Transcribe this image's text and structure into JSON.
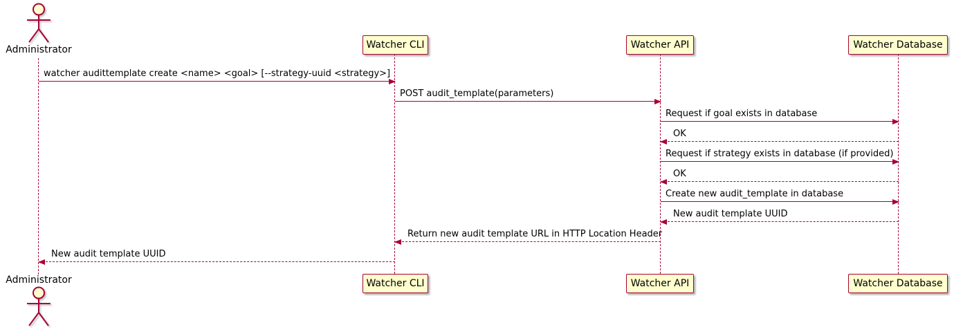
{
  "diagram": {
    "type": "sequence-diagram",
    "colors": {
      "background": "#FFFFFF",
      "participant_fill": "#FEFECE",
      "line": "#A80036",
      "text": "#000000"
    },
    "actor": {
      "label": "Administrator"
    },
    "participants": [
      {
        "label": "Watcher CLI"
      },
      {
        "label": "Watcher API"
      },
      {
        "label": "Watcher Database"
      }
    ],
    "messages": [
      {
        "from": "Administrator",
        "to": "Watcher CLI",
        "line": "solid",
        "direction": "right",
        "label": "watcher audittemplate create <name> <goal> [--strategy-uuid <strategy>]"
      },
      {
        "from": "Watcher CLI",
        "to": "Watcher API",
        "line": "solid",
        "direction": "right",
        "label": "POST audit_template(parameters)"
      },
      {
        "from": "Watcher API",
        "to": "Watcher Database",
        "line": "solid",
        "direction": "right",
        "label": "Request if goal exists in database"
      },
      {
        "from": "Watcher Database",
        "to": "Watcher API",
        "line": "dashed",
        "direction": "left",
        "label": "OK"
      },
      {
        "from": "Watcher API",
        "to": "Watcher Database",
        "line": "solid",
        "direction": "right",
        "label": "Request if strategy exists in database (if provided)"
      },
      {
        "from": "Watcher Database",
        "to": "Watcher API",
        "line": "dashed",
        "direction": "left",
        "label": "OK"
      },
      {
        "from": "Watcher API",
        "to": "Watcher Database",
        "line": "solid",
        "direction": "right",
        "label": "Create new audit_template in database"
      },
      {
        "from": "Watcher Database",
        "to": "Watcher API",
        "line": "dashed",
        "direction": "left",
        "label": "New audit template UUID"
      },
      {
        "from": "Watcher API",
        "to": "Watcher CLI",
        "line": "dashed",
        "direction": "left",
        "label": "Return new audit template URL in HTTP Location Header"
      },
      {
        "from": "Watcher CLI",
        "to": "Administrator",
        "line": "dashed",
        "direction": "left",
        "label": "New audit template UUID"
      }
    ]
  }
}
